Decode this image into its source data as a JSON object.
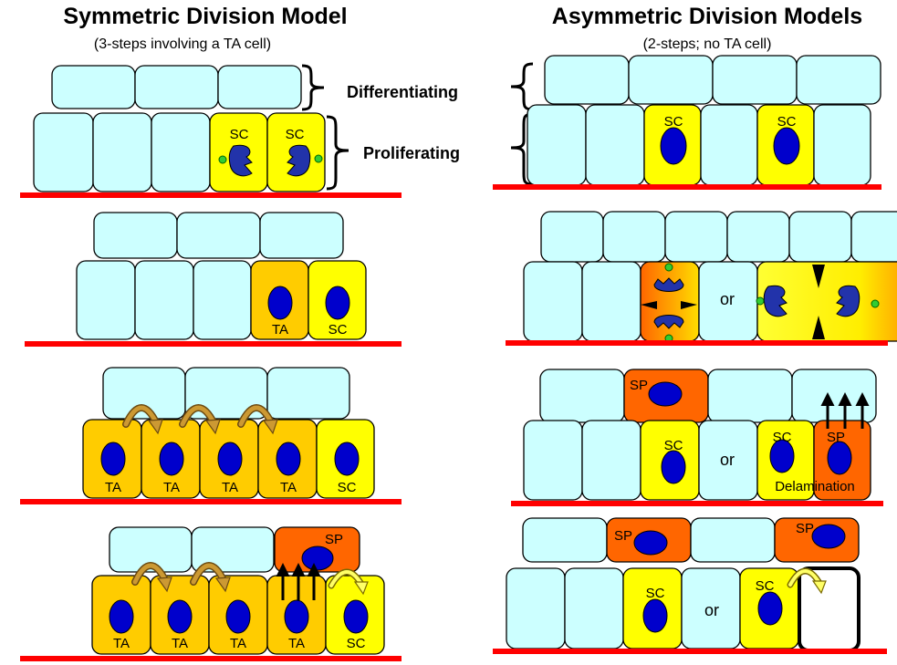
{
  "titles": {
    "left": "Symmetric Division Model",
    "left_sub": "(3-steps involving a TA cell)",
    "right": "Asymmetric Division Models",
    "right_sub": "(2-steps; no TA cell)"
  },
  "layers": {
    "differentiating": "Differentiating",
    "proliferating": "Proliferating"
  },
  "cell_labels": {
    "stem": "SC",
    "transit": "TA",
    "suprabasal": "SP"
  },
  "or_word": "or",
  "delamination": "Delamination",
  "colors": {
    "basal_membrane": "#ff0000",
    "epithelial_cell": "#ccffff",
    "stem_cell": "#ffff00",
    "transit_cell": "#ffcc00",
    "suprabasal_cell": "#ff6600",
    "nucleus": "#0000cc",
    "centrosome": "#33cc33",
    "curved_arrow": "#cc9933"
  }
}
